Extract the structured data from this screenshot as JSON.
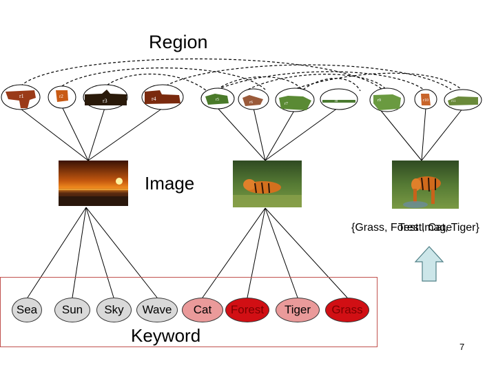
{
  "labels": {
    "region": "Region",
    "image": "Image",
    "keyword": "Keyword",
    "test_tags": "{Grass, Forest, Cat, Tiger}",
    "test_caption": "Test Image",
    "page_number": "7"
  },
  "regions": [
    "r1",
    "r2",
    "r3",
    "r4",
    "r5",
    "r6",
    "r7",
    "r8",
    "r9",
    "r10",
    "r11"
  ],
  "keywords": [
    {
      "label": "Sea",
      "style": "grey"
    },
    {
      "label": "Sun",
      "style": "grey"
    },
    {
      "label": "Sky",
      "style": "grey"
    },
    {
      "label": "Wave",
      "style": "grey"
    },
    {
      "label": "Cat",
      "style": "pink"
    },
    {
      "label": "Forest",
      "style": "red"
    },
    {
      "label": "Tiger",
      "style": "pink"
    },
    {
      "label": "Grass",
      "style": "red"
    }
  ],
  "colors": {
    "keyword_box_border": "#c0504d",
    "arrow_fill": "#cce6e9",
    "highlight_red": "#d10f14",
    "highlight_pink": "#ea9a9a",
    "neutral_grey": "#d9d9d9"
  }
}
